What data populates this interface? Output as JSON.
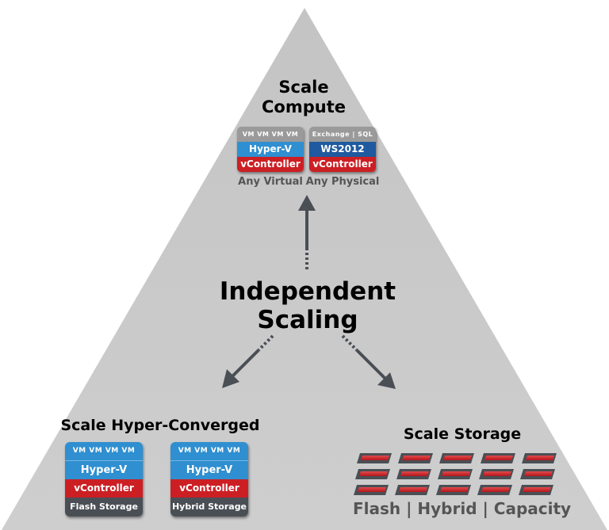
{
  "colors": {
    "triangle": "#c9c9c9",
    "red": "#cc1f24",
    "dark_grey": "#4a4f55",
    "blue": "#2f8fd0",
    "dark_blue": "#1f5aa0",
    "mid_grey": "#9a9a9a"
  },
  "top": {
    "title_line1": "Scale",
    "title_line2": "Compute",
    "virtual": {
      "vm_row": "VM  VM  VM  VM",
      "hypervisor": "Hyper-V",
      "controller": "vController",
      "caption": "Any Virtual"
    },
    "physical": {
      "apps_row": "Exchange | SQL",
      "os": "WS2012",
      "controller": "vController",
      "caption": "Any Physical"
    }
  },
  "center": {
    "line1": "Independent",
    "line2": "Scaling"
  },
  "left": {
    "title": "Scale Hyper-Converged",
    "flash": {
      "vm_row": "VM  VM  VM  VM",
      "hypervisor": "Hyper-V",
      "controller": "vController",
      "storage": "Flash Storage"
    },
    "hybrid": {
      "vm_row": "VM  VM  VM  VM",
      "hypervisor": "Hyper-V",
      "controller": "vController",
      "storage": "Hybrid Storage"
    }
  },
  "right": {
    "title": "Scale Storage",
    "tiers": [
      "Flash",
      "Hybrid",
      "Capacity"
    ],
    "separator": "|"
  },
  "icons": [
    "arrow-up-icon",
    "arrow-down-left-icon",
    "arrow-down-right-icon",
    "disk-drive-icon"
  ]
}
